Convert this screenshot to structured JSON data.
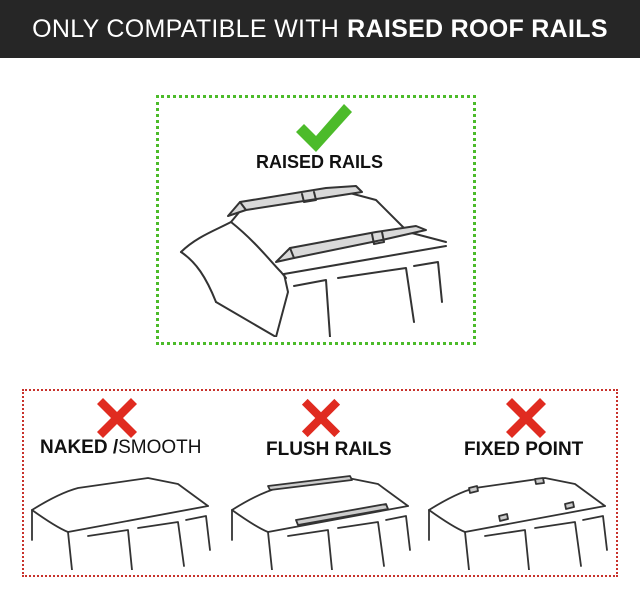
{
  "banner": {
    "text_light": "ONLY COMPATIBLE WITH",
    "text_bold": "RAISED ROOF RAILS"
  },
  "compatible": {
    "label": "RAISED RAILS",
    "icon": "check-icon",
    "color": "#4cbb2a"
  },
  "incompatible": {
    "color": "#c8322c",
    "items": [
      {
        "label_bold": "NAKED /",
        "label_thin": "SMOOTH",
        "icon": "x-icon"
      },
      {
        "label": "FLUSH RAILS",
        "icon": "x-icon"
      },
      {
        "label": "FIXED POINT",
        "icon": "x-icon"
      }
    ]
  },
  "colors": {
    "banner_bg": "#262626",
    "banner_text": "#ffffff",
    "check_green": "#4cbb2a",
    "cross_red": "#e02b20"
  }
}
